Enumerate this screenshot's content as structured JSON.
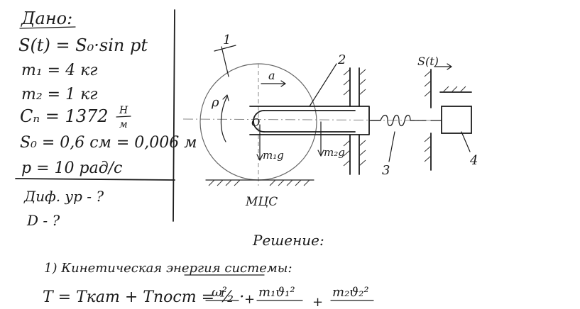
{
  "given": {
    "title": "Дано:",
    "lines": [
      "S(t) = S₀·sin pt",
      "m₁ = 4 кг",
      "m₂ = 1 кг",
      "Cₙ = 1372",
      "S₀ = 0,6 см = 0,006 м",
      "p = 10 рад/с"
    ],
    "c_unit_num": "Н",
    "c_unit_den": "м"
  },
  "find": {
    "lines": [
      "Диф. ур - ?",
      "D - ?"
    ]
  },
  "figure": {
    "label_1": "1",
    "label_2": "2",
    "label_3": "3",
    "label_4": "4",
    "label_a": "a",
    "label_s": "S(t)",
    "label_o": "O",
    "label_rho": "ρ",
    "label_mg1": "m₁g",
    "label_mg2": "m₂g",
    "label_mcs": "МЦС"
  },
  "solution": {
    "title": "Решение:",
    "step1": "1) Кинетическая энергия системы:",
    "formula_lhs": "T = Tкат + Tпост = ½ ·",
    "term1": "ω²",
    "term2": "m₁ϑ₁²",
    "term3": "m₂ϑ₂²",
    "plus": "+"
  }
}
